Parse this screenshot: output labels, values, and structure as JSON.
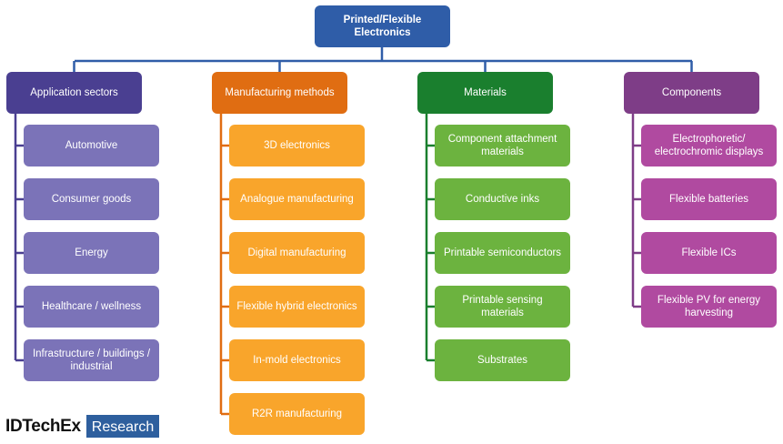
{
  "root": {
    "label": "Printed/Flexible Electronics",
    "color": "#2f5da8"
  },
  "columns": [
    {
      "header": "Application sectors",
      "header_color": "#4a3f91",
      "item_color": "#7b73b8",
      "items": [
        "Automotive",
        "Consumer goods",
        "Energy",
        "Healthcare / wellness",
        "Infrastructure / buildings / industrial"
      ]
    },
    {
      "header": "Manufacturing methods",
      "header_color": "#e06d12",
      "item_color": "#f9a52b",
      "items": [
        "3D electronics",
        "Analogue manufacturing",
        "Digital manufacturing",
        "Flexible hybrid electronics",
        "In-mold electronics",
        "R2R manufacturing"
      ]
    },
    {
      "header": "Materials",
      "header_color": "#1a7f2e",
      "item_color": "#6cb33f",
      "items": [
        "Component attachment materials",
        "Conductive inks",
        "Printable semiconductors",
        "Printable sensing materials",
        "Substrates"
      ]
    },
    {
      "header": "Components",
      "header_color": "#7e3d87",
      "item_color": "#b04aa0",
      "items": [
        "Electrophoretic/ electrochromic displays",
        "Flexible batteries",
        "Flexible ICs",
        "Flexible PV for energy harvesting"
      ]
    }
  ],
  "logo": {
    "brand": "IDTechEx",
    "suffix": "Research"
  },
  "connector_color": "#2f5da8"
}
